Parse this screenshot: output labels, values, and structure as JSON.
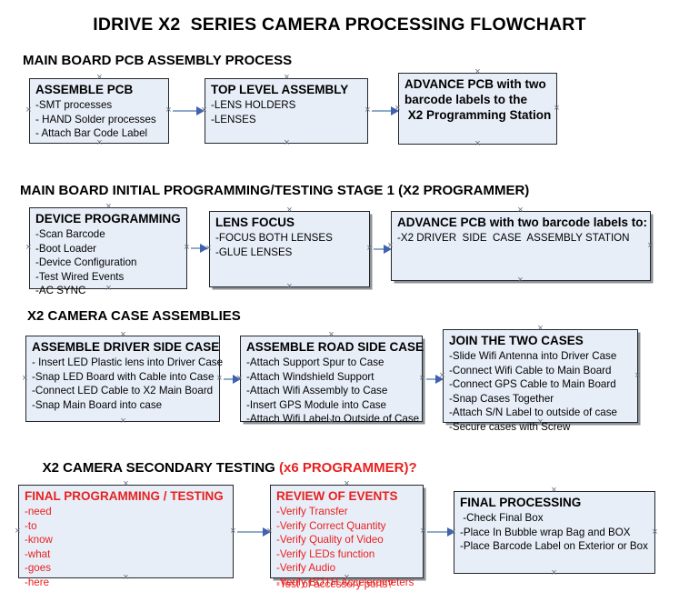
{
  "document": {
    "title": "IDRIVE X2  SERIES CAMERA PROCESSING FLOWCHART"
  },
  "colors": {
    "node_fill": "#e8eef8",
    "node_border": "#23262b",
    "connector": "#8fabc9",
    "arrowhead": "#3f61b0",
    "text": "#000000",
    "accent_red": "#e8211f"
  },
  "sections": [
    {
      "id": "main-board-pcb-assembly-process",
      "title": "MAIN BOARD PCB ASSEMBLY PROCESS",
      "title_accent": "",
      "nodes": [
        {
          "id": "assemble-pcb",
          "title": "ASSEMBLE PCB",
          "lines": [
            "-SMT processes",
            "- HAND Solder processes",
            "- Attach Bar Code Label"
          ]
        },
        {
          "id": "top-level-assembly",
          "title": "TOP LEVEL ASSEMBLY",
          "lines": [
            "-LENS HOLDERS",
            "-LENSES"
          ]
        },
        {
          "id": "advance-pcb-to-x2-programming-station",
          "title": "ADVANCE PCB with two",
          "title_lines": [
            "ADVANCE PCB with two",
            "barcode labels to the",
            " X2 Programming Station"
          ],
          "lines": []
        }
      ]
    },
    {
      "id": "main-board-initial-programming-testing-stage-1",
      "title": "MAIN BOARD INITIAL PROGRAMMING/TESTING STAGE 1 (X2 PROGRAMMER)",
      "title_accent": "",
      "nodes": [
        {
          "id": "device-programming",
          "title": "DEVICE PROGRAMMING",
          "lines": [
            "-Scan Barcode",
            "-Boot Loader",
            "-Device Configuration",
            "-Test Wired Events",
            "-AC SYNC"
          ]
        },
        {
          "id": "lens-focus",
          "title": "LENS FOCUS",
          "lines": [
            "-FOCUS BOTH LENSES",
            "-GLUE LENSES"
          ]
        },
        {
          "id": "advance-pcb-to-driver-side-case-assembly",
          "title": "ADVANCE PCB with two barcode labels to:",
          "lines": [
            "-X2 DRIVER  SIDE  CASE  ASSEMBLY STATION"
          ]
        }
      ]
    },
    {
      "id": "x2-camera-case-assemblies",
      "title": "X2 CAMERA CASE ASSEMBLIES",
      "title_accent": "",
      "nodes": [
        {
          "id": "assemble-driver-side-case",
          "title": "ASSEMBLE DRIVER SIDE CASE",
          "lines": [
            "- Insert LED Plastic lens into Driver Case",
            "-Snap LED Board with Cable into Case",
            "-Connect LED Cable to X2 Main Board",
            "-Snap Main Board into case"
          ]
        },
        {
          "id": "assemble-road-side-case",
          "title": "ASSEMBLE ROAD SIDE CASE",
          "lines": [
            "-Attach Support Spur to Case",
            "-Attach Windshield Support",
            "-Attach Wifi Assembly to Case",
            "-Insert GPS Module into Case",
            "-Attach Wifi Label to Outside of Case"
          ]
        },
        {
          "id": "join-the-two-cases",
          "title": "JOIN THE TWO CASES",
          "lines": [
            "-Slide Wifi Antenna into Driver Case",
            "-Connect Wifi Cable to Main Board",
            "-Connect GPS Cable to Main Board",
            "-Snap Cases Together",
            "-Attach S/N Label to outside of case",
            "-Secure cases with Screw"
          ]
        }
      ]
    },
    {
      "id": "x2-camera-secondary-testing",
      "title": "X2 CAMERA SECONDARY TESTING ",
      "title_accent": "(x6 PROGRAMMER)?",
      "nodes": [
        {
          "id": "final-programming-testing",
          "title": "FINAL PROGRAMMING / TESTING",
          "lines": [
            "-need",
            "-to",
            "-know",
            "-what",
            "-goes",
            "-here"
          ]
        },
        {
          "id": "review-of-events",
          "title": "REVIEW OF EVENTS",
          "lines": [
            "-Verify Transfer",
            "-Verify Correct Quantity",
            "-Verify Quality of Video",
            "-Verify LEDs function",
            "-Verify Audio",
            "-Verify BOTH Accelerometers"
          ],
          "overflow_line": "-Test of accessory ports?"
        },
        {
          "id": "final-processing",
          "title": "FINAL PROCESSING",
          "lines": [
            " -Check Final Box",
            "-Place In Bubble wrap Bag and BOX",
            "-Place Barcode Label on Exterior or Box"
          ]
        }
      ]
    }
  ]
}
